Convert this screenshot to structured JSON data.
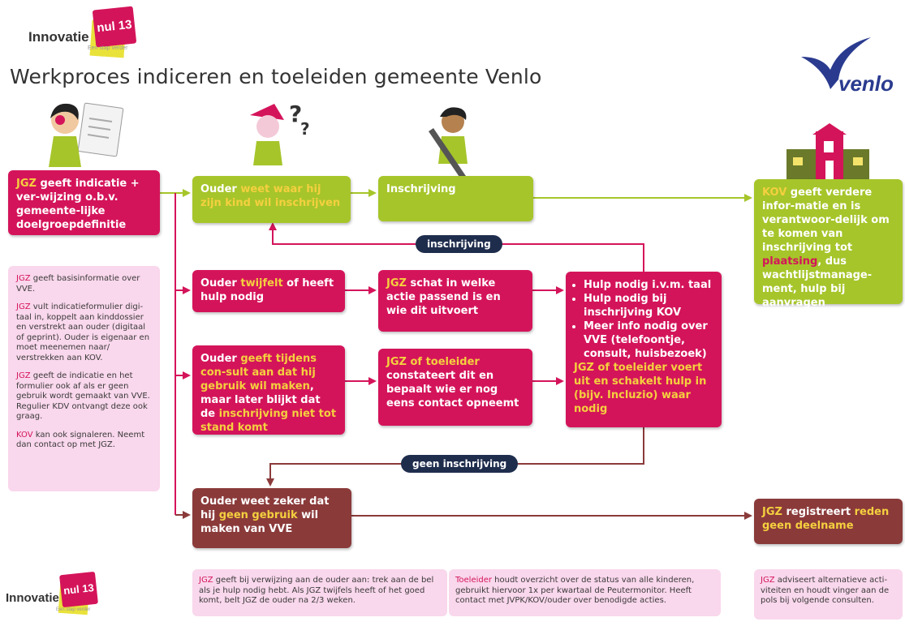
{
  "logo": {
    "brand": "Innovatie",
    "nul": "nul 13",
    "tagline": "Een stap verder"
  },
  "title": "Werkproces indiceren en toeleiden gemeente Venlo",
  "venlo_logo": "venlo",
  "colors": {
    "pink": "#d4145a",
    "lime": "#a6c52a",
    "brown": "#8b3a3a",
    "navy": "#1f2d4d",
    "note_bg": "#f9d7ec",
    "highlight": "#f4d03f"
  },
  "boxes": {
    "jgz_indicatie": {
      "k1": "JGZ",
      "t1": " geeft indicatie + ver-wijzing o.b.v. gemeente-lijke doelgroepdefinitie"
    },
    "ouder_weet": {
      "k1": "Ouder",
      "t1": " weet waar hij zijn kind wil inschrijven"
    },
    "inschrijving": "Inschrijving",
    "kov": {
      "k1": "KOV",
      "t1": " geeft verdere infor-matie en is verantwoor-delijk om te komen van inschrijving tot ",
      "k2": "plaatsing",
      "t2": ", dus wachtlijstmanage-ment, hulp bij aanvragen kinderopvangtoeslag etc."
    },
    "ouder_twijfelt": {
      "t1": "Ouder ",
      "k1": "twijfelt",
      "t2": " of heeft hulp nodig"
    },
    "jgz_schat": {
      "k1": "JGZ",
      "t1": " schat in welke actie passend is en wie dit uitvoert"
    },
    "hulp": {
      "items": [
        "Hulp nodig i.v.m. taal",
        "Hulp nodig bij inschrijving KOV",
        "Meer info nodig over VVE (telefoontje, consult, huisbezoek)"
      ],
      "k1": "JGZ of toeleider",
      "t1": " voert uit en schakelt hulp in (bijv. Incluzio) waar nodig"
    },
    "ouder_geeft": {
      "t1": "Ouder ",
      "k1": "geeft tijdens con-sult aan dat hij gebruik wil maken",
      "t2": ", maar later blijkt dat de ",
      "k2": "inschrijving niet tot stand komt"
    },
    "jgz_toeleider": {
      "k1": "JGZ of toeleider",
      "t1": " constateert dit en bepaalt wie er nog eens contact opneemt"
    },
    "ouder_zeker": {
      "t1": "Ouder weet zeker dat hij ",
      "k1": "geen gebruik",
      "t2": " wil maken van VVE"
    },
    "jgz_registreert": {
      "k1": "JGZ",
      "t1": " registreert ",
      "k2": "reden geen deelname"
    }
  },
  "pills": {
    "inschrijving": "inschrijving",
    "geen_inschrijving": "geen inschrijving"
  },
  "left_note": [
    {
      "k": "JGZ",
      "t": " geeft basisinformatie over VVE."
    },
    {
      "k": "JGZ",
      "t": " vult indicatieformulier digi-taal in, koppelt aan kinddossier en verstrekt aan ouder (digitaal of geprint). Ouder is eigenaar en moet meenemen naar/ verstrekken aan KOV."
    },
    {
      "k": "JGZ",
      "t": " geeft de indicatie en het formulier ook af als er geen gebruik wordt gemaakt van VVE. Regulier KDV ontvangt deze ook graag."
    },
    {
      "k": "KOV",
      "t": " kan ook signaleren. Neemt dan contact op met JGZ."
    }
  ],
  "bottom_notes": {
    "jgz_verwijzing": {
      "k": "JGZ",
      "t": " geeft bij verwijzing aan de ouder aan: trek aan de bel als je hulp nodig hebt. Als JGZ twijfels heeft of het goed komt, belt JGZ de ouder na 2/3 weken."
    },
    "toeleider": {
      "k": "Toeleider",
      "t": " houdt overzicht over de status van alle kinderen, gebruikt hiervoor 1x per kwartaal de Peutermonitor. Heeft contact met JVPK/KOV/ouder over benodigde acties."
    },
    "jgz_adviseert": {
      "k": "JGZ",
      "t": " adviseert alternatieve acti-viteiten en houdt vinger aan de pols bij volgende consulten."
    }
  }
}
